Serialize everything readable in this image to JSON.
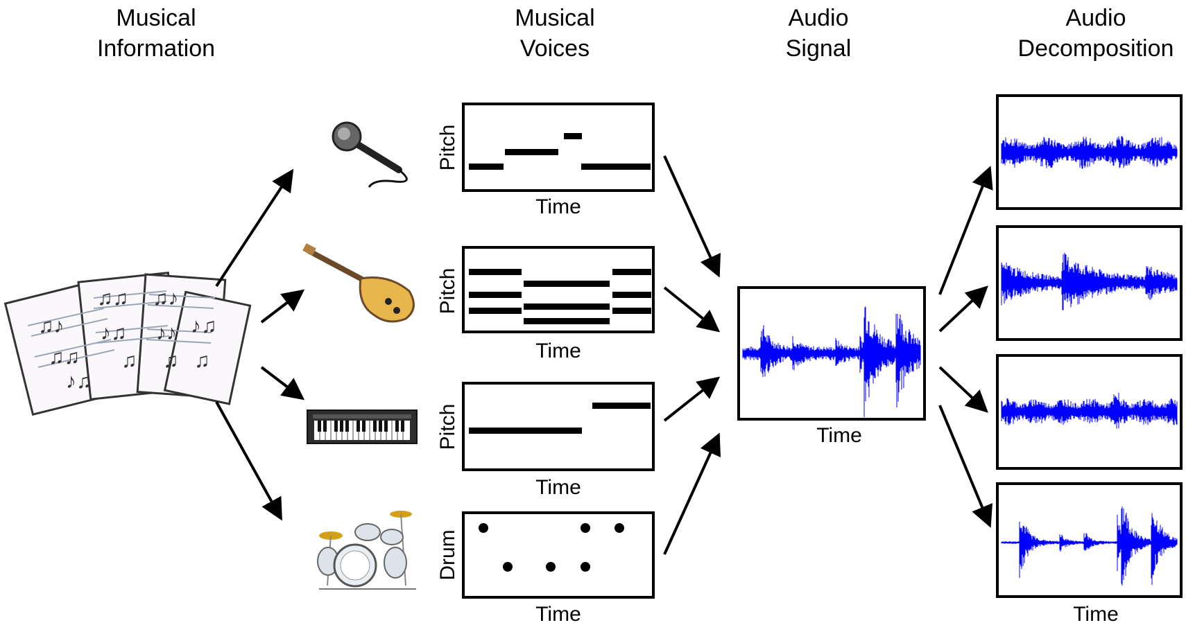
{
  "headings": {
    "musical_information": [
      "Musical",
      "Information"
    ],
    "musical_voices": [
      "Musical",
      "Voices"
    ],
    "audio_signal": [
      "Audio",
      "Signal"
    ],
    "audio_decomposition": [
      "Audio",
      "Decomposition"
    ]
  },
  "voices": [
    {
      "instrument": "microphone-icon",
      "ylabel": "Pitch",
      "xlabel": "Time"
    },
    {
      "instrument": "guitar-icon",
      "ylabel": "Pitch",
      "xlabel": "Time"
    },
    {
      "instrument": "keyboard-icon",
      "ylabel": "Pitch",
      "xlabel": "Time"
    },
    {
      "instrument": "drum-kit-icon",
      "ylabel": "Drum",
      "xlabel": "Time"
    }
  ],
  "audio_signal": {
    "xlabel": "Time"
  },
  "decomposition": {
    "xlabel": "Time"
  },
  "colors": {
    "waveform": "#0000ff",
    "outline": "#000000"
  }
}
